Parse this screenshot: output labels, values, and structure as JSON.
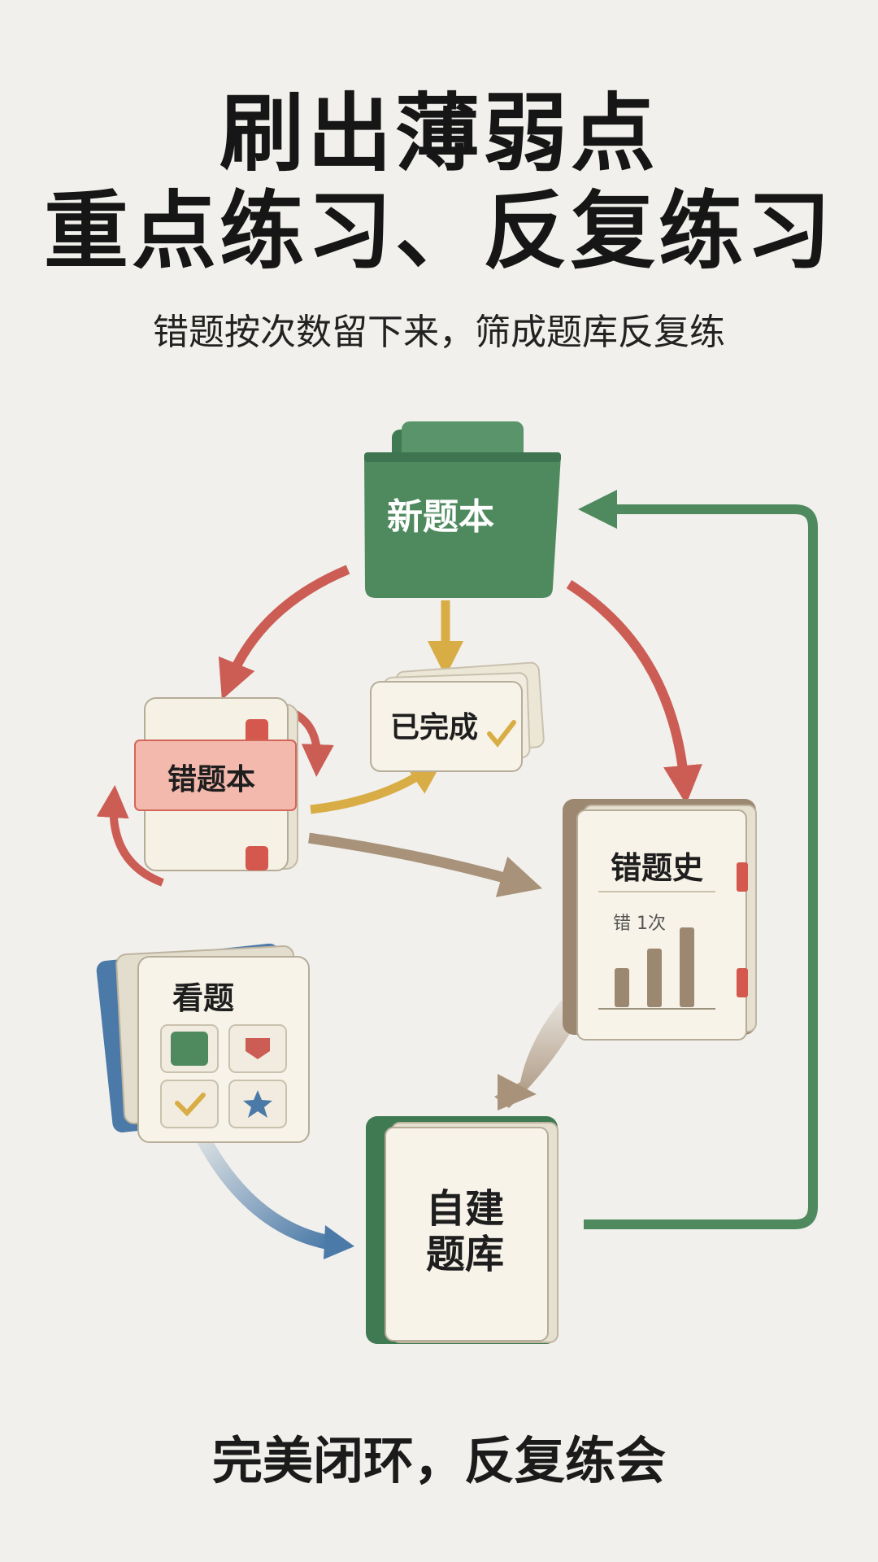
{
  "title": {
    "line1": "刷出薄弱点",
    "line2": "重点练习、反复练习"
  },
  "subtitle": "错题按次数留下来，筛成题库反复练",
  "nodes": {
    "new_book": "新题本",
    "done": "已完成",
    "wrong_book": "错题本",
    "wrong_history": "错题史",
    "wrong_history_sub": "错 1次",
    "view_questions": "看题",
    "custom_bank_line1": "自建",
    "custom_bank_line2": "题库"
  },
  "footer": "完美闭环，反复练会",
  "colors": {
    "green": "#4f8a5f",
    "red": "#cc5d55",
    "yellow": "#d9ad45",
    "brown": "#a8927a",
    "blue": "#4b7aa8",
    "paper": "#f6f2e7"
  }
}
